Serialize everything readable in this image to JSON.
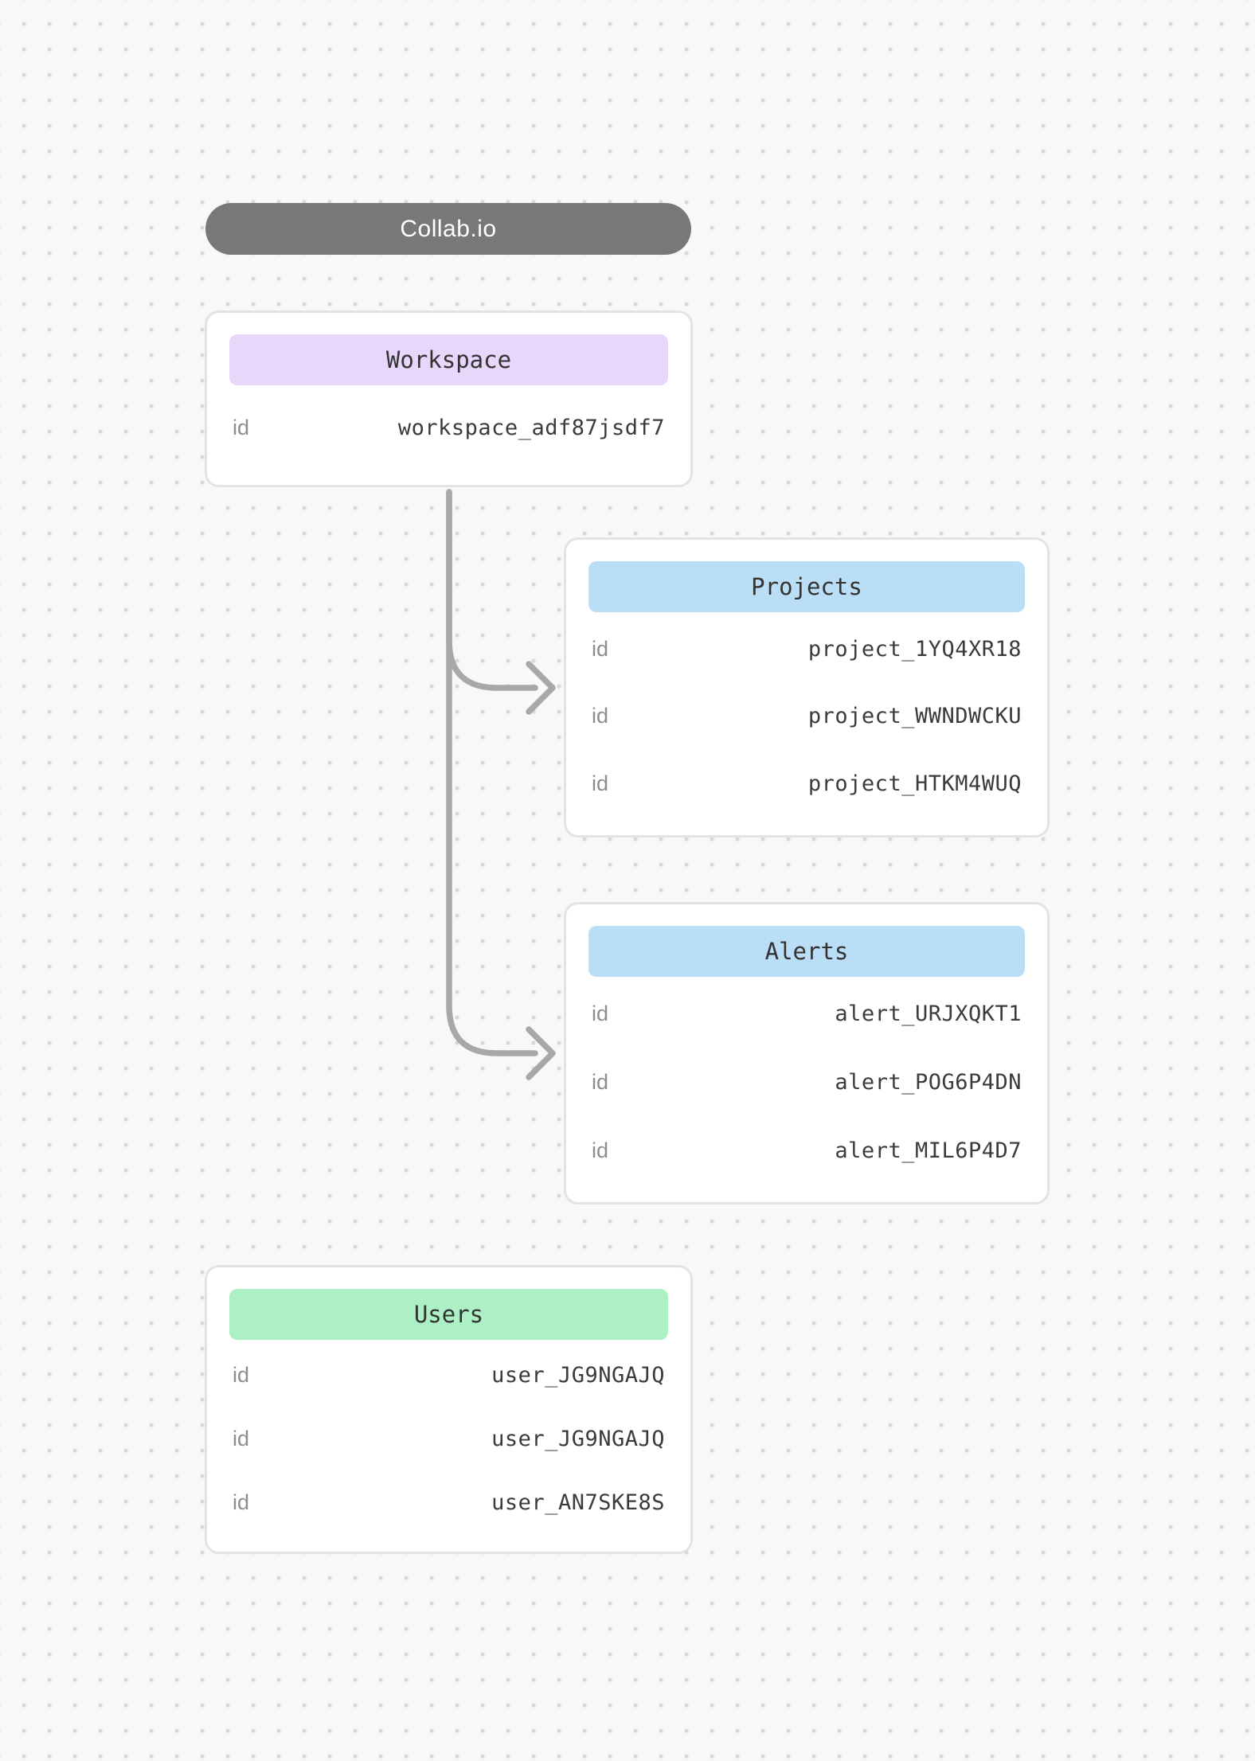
{
  "app": {
    "title": "Collab.io"
  },
  "colors": {
    "pill_background": "#787878",
    "pill_text": "#ffffff",
    "workspace_header": "#e9d7fb",
    "projects_header": "#bbdef7",
    "alerts_header": "#bbdef7",
    "users_header": "#aef0c6",
    "connector": "#a8a8a8",
    "card_border": "#e3e3e3",
    "card_background": "#ffffff",
    "label_text": "#8d8d8d",
    "value_text": "#3b3b3b",
    "canvas_background": "#f8f8f9"
  },
  "diagram": {
    "entities": [
      {
        "title": "Workspace",
        "header_color": "#e9d7fb",
        "rows": [
          {
            "label": "id",
            "value": "workspace_adf87jsdf7"
          }
        ]
      },
      {
        "title": "Projects",
        "header_color": "#bbdef7",
        "rows": [
          {
            "label": "id",
            "value": "project_1YQ4XR18"
          },
          {
            "label": "id",
            "value": "project_WWNDWCKU"
          },
          {
            "label": "id",
            "value": "project_HTKM4WUQ"
          }
        ]
      },
      {
        "title": "Alerts",
        "header_color": "#bbdef7",
        "rows": [
          {
            "label": "id",
            "value": "alert_URJXQKT1"
          },
          {
            "label": "id",
            "value": "alert_POG6P4DN"
          },
          {
            "label": "id",
            "value": "alert_MIL6P4D7"
          }
        ]
      },
      {
        "title": "Users",
        "header_color": "#aef0c6",
        "rows": [
          {
            "label": "id",
            "value": "user_JG9NGAJQ"
          },
          {
            "label": "id",
            "value": "user_JG9NGAJQ"
          },
          {
            "label": "id",
            "value": "user_AN7SKE8S"
          }
        ]
      }
    ],
    "connections": [
      {
        "from": "Workspace",
        "to": "Projects"
      },
      {
        "from": "Workspace",
        "to": "Alerts"
      }
    ]
  }
}
